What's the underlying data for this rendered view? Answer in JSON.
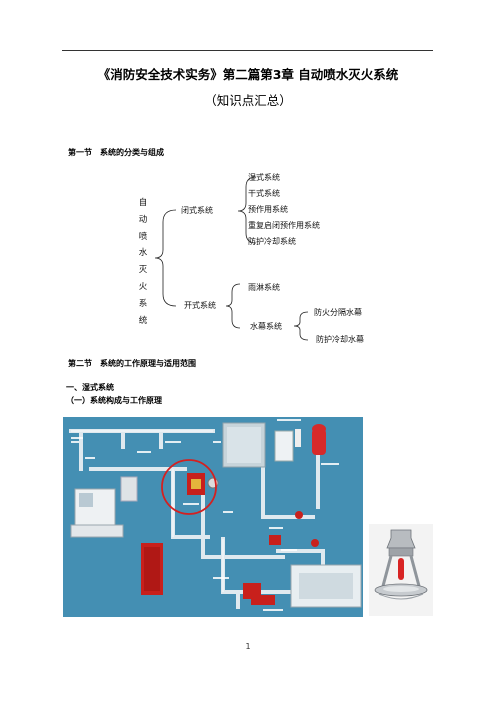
{
  "document": {
    "title": "《消防安全技术实务》第二篇第3章 自动喷水灭火系统",
    "subtitle": "（知识点汇总）",
    "section1_heading": "第一节　系统的分类与组成",
    "tree": {
      "root_chars": [
        "自",
        "动",
        "喷",
        "水",
        "灭",
        "火",
        "系",
        "统"
      ],
      "closed": {
        "label": "闭式系统",
        "items": [
          "湿式系统",
          "干式系统",
          "预作用系统",
          "重复启闭预作用系统",
          "防护冷却系统"
        ]
      },
      "open": {
        "label": "开式系统",
        "deluge": "雨淋系统",
        "curtain": {
          "label": "水幕系统",
          "items": [
            "防火分隔水幕",
            "防护冷却水幕"
          ]
        }
      }
    },
    "section2_heading": "第二节　系统的工作原理与适用范围",
    "sub1_heading": "一、湿式系统",
    "sub2_heading": "（一）系统构成与工作原理",
    "page_number": "1"
  },
  "colors": {
    "diagram_bg": "#3f8bb0",
    "pipe": "#dfe9ef",
    "highlight_circle": "#d42020",
    "valve_red": "#c8201c"
  }
}
